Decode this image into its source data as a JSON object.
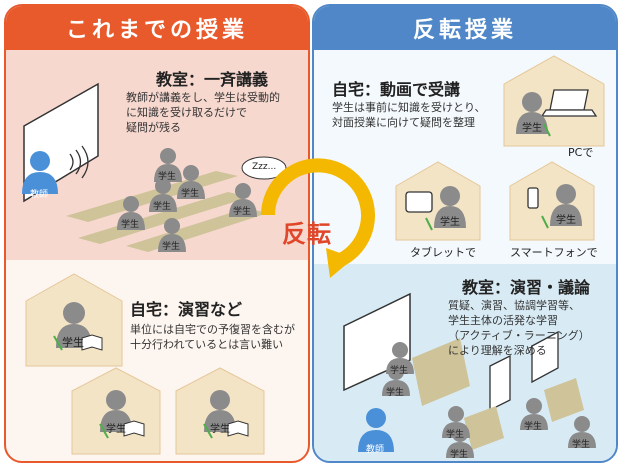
{
  "left": {
    "header": "これまでの授業",
    "classroom": {
      "title": "教室：一斉講義",
      "desc": [
        "教師が講義をし、学生は受動的",
        "に知識を受け取るだけで",
        "疑問が残る"
      ],
      "zzz": "Zzz..."
    },
    "home": {
      "title": "自宅：演習など",
      "desc": [
        "単位には自宅での予復習を含むが",
        "十分行われているとは言い難い"
      ]
    }
  },
  "right": {
    "header": "反転授業",
    "home": {
      "title": "自宅：動画で受講",
      "desc": [
        "学生は事前に知識を受けとり、",
        "対面授業に向けて疑問を整理"
      ],
      "pc": "PCで",
      "tablet": "タブレットで",
      "smartphone": "スマートフォンで"
    },
    "classroom": {
      "title": "教室：演習・議論",
      "desc": [
        "質疑、演習、協調学習等、",
        "学生主体の活発な学習",
        "（アクティブ・ラーニング）",
        "により理解を深める"
      ]
    }
  },
  "center": {
    "label": "反転"
  },
  "roles": {
    "teacher": "教師",
    "student": "学生"
  },
  "colors": {
    "orange": "#e85a2c",
    "blue": "#4f87c8",
    "yellow": "#f5b800",
    "student_gray": "#8b8b8b",
    "teacher_blue": "#4a90d9"
  }
}
